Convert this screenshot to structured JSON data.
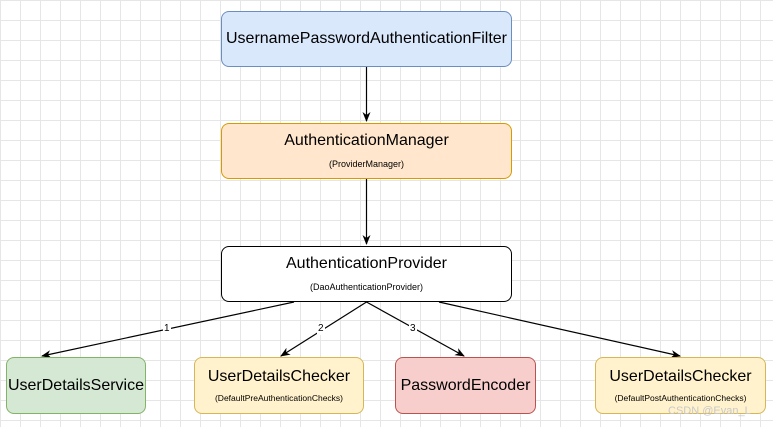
{
  "nodes": {
    "filter": {
      "title": "UsernamePasswordAuthenticationFilter",
      "fill": "#dae8fc",
      "stroke": "#6c8ebf"
    },
    "manager": {
      "title": "AuthenticationManager",
      "subtitle": "(ProviderManager)",
      "fill": "#ffe6cc",
      "stroke": "#d79b00"
    },
    "provider": {
      "title": "AuthenticationProvider",
      "subtitle": "(DaoAuthenticationProvider)",
      "fill": "#ffffff",
      "stroke": "#000000"
    },
    "user_details_service": {
      "title": "UserDetailsService",
      "fill": "#d5e8d4",
      "stroke": "#82b366"
    },
    "pre_checker": {
      "title": "UserDetailsChecker",
      "subtitle": "(DefaultPreAuthenticationChecks)",
      "fill": "#fff2cc",
      "stroke": "#d6b656"
    },
    "password_encoder": {
      "title": "PasswordEncoder",
      "fill": "#f8cecc",
      "stroke": "#b85450"
    },
    "post_checker": {
      "title": "UserDetailsChecker",
      "subtitle": "(DefaultPostAuthenticationChecks)",
      "fill": "#fff2cc",
      "stroke": "#d6b656"
    }
  },
  "edges": [
    {
      "from": "filter",
      "to": "manager",
      "label": ""
    },
    {
      "from": "manager",
      "to": "provider",
      "label": ""
    },
    {
      "from": "provider",
      "to": "user_details_service",
      "label": "1"
    },
    {
      "from": "provider",
      "to": "pre_checker",
      "label": "2"
    },
    {
      "from": "provider",
      "to": "password_encoder",
      "label": "3"
    },
    {
      "from": "provider",
      "to": "post_checker",
      "label": ""
    }
  ],
  "watermark": "CSDN @Evan_L"
}
